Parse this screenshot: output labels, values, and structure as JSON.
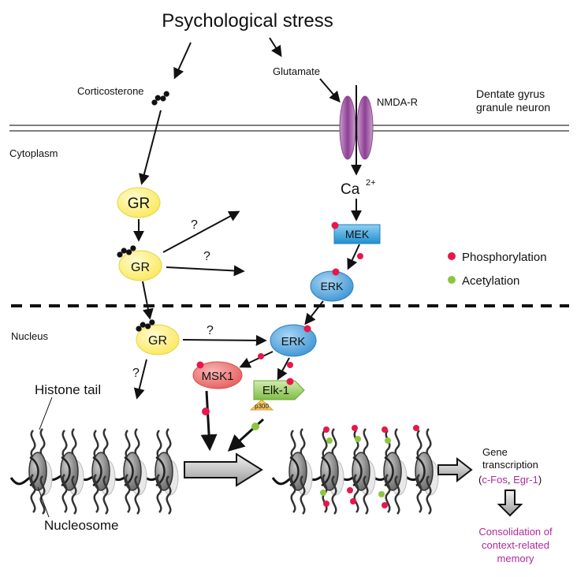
{
  "title": "Psychological stress",
  "labels": {
    "corticosterone": "Corticosterone",
    "glutamate": "Glutamate",
    "nmda_r": "NMDA-R",
    "neuron_line1": "Dentate gyrus",
    "neuron_line2": "granule neuron",
    "cytoplasm": "Cytoplasm",
    "nucleus": "Nucleus",
    "ca_base": "Ca",
    "ca_superscript": "2+",
    "gr": "GR",
    "mek": "MEK",
    "erk": "ERK",
    "msk1": "MSK1",
    "elk1": "Elk-1",
    "p300": "p300",
    "question": "?",
    "histone_tail": "Histone tail",
    "nucleosome": "Nucleosome",
    "gene_line1": "Gene",
    "gene_line2": "transcription",
    "gene_open": "(",
    "gene_cfos": "c-Fos",
    "gene_sep": ", ",
    "gene_egr1": "Egr-1",
    "gene_close": ")",
    "memory_line1": "Consolidation of",
    "memory_line2": "context-related",
    "memory_line3": "memory"
  },
  "legend": [
    {
      "label": "Phosphorylation",
      "color": "#e8174a"
    },
    {
      "label": "Acetylation",
      "color": "#8cc63f"
    }
  ],
  "colors": {
    "gr_fill": "#fff27a",
    "gr_stroke": "#e8d840",
    "mek_fill": "#3aa9e0",
    "erk_fill": "#58a9df",
    "msk1_fill": "#ee7070",
    "elk1_fill": "#9fcf6a",
    "p300_fill": "#f7c86a",
    "nmda_fill": "#a55aa8",
    "purple_text": "#b4289b",
    "phospho": "#e8174a",
    "acetyl": "#8cc63f"
  }
}
